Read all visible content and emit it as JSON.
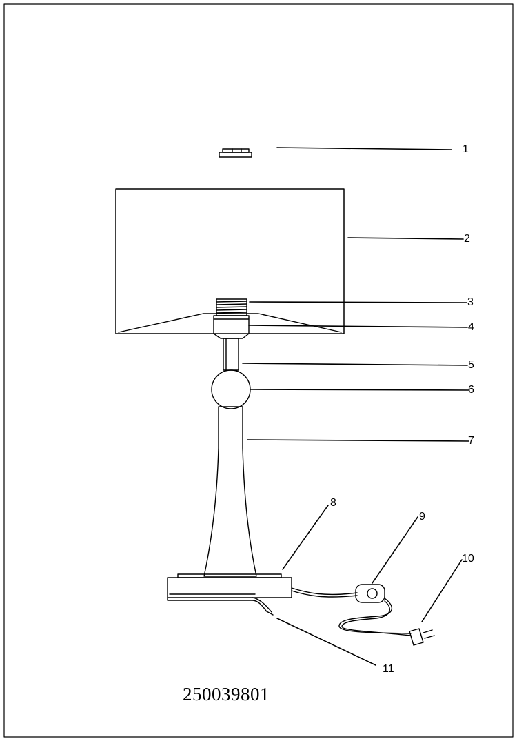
{
  "drawing": {
    "model_number": "250039801",
    "callouts": {
      "c1": "1",
      "c2": "2",
      "c3": "3",
      "c4": "4",
      "c5": "5",
      "c6": "6",
      "c7": "7",
      "c8": "8",
      "c9": "9",
      "c10": "10",
      "c11": "11"
    }
  }
}
